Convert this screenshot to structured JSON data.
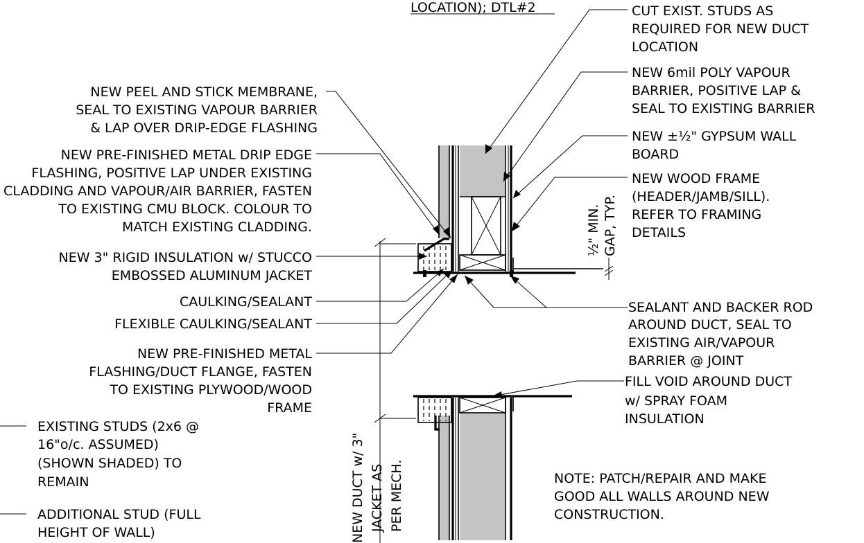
{
  "labels": {
    "top_ref": "LOCATION); DTL#2",
    "cut_studs": [
      "CUT EXIST. STUDS AS",
      "REQUIRED FOR NEW DUCT",
      "LOCATION"
    ],
    "poly": [
      "NEW 6mil POLY VAPOUR",
      "BARRIER, POSITIVE LAP &",
      "SEAL TO EXISTING BARRIER"
    ],
    "gypsum": [
      "NEW ±½\" GYPSUM WALL",
      "BOARD"
    ],
    "wood_frame": [
      "NEW WOOD FRAME",
      "(HEADER/JAMB/SILL).",
      "REFER TO FRAMING",
      "DETAILS"
    ],
    "gap": [
      "½\" MIN.",
      "GAP, TYP."
    ],
    "membrane": [
      "NEW PEEL AND STICK MEMBRANE,",
      "SEAL TO EXISTING VAPOUR BARRIER",
      "& LAP OVER DRIP-EDGE FLASHING"
    ],
    "drip_edge": [
      "NEW PRE-FINISHED METAL DRIP EDGE",
      "FLASHING, POSITIVE LAP UNDER EXISTING",
      "CLADDING AND VAPOUR/AIR BARRIER, FASTEN",
      "TO EXISTING CMU BLOCK. COLOUR TO",
      "MATCH EXISTING CLADDING."
    ],
    "rigid": [
      "NEW 3\" RIGID INSULATION w/ STUCCO",
      "EMBOSSED ALUMINUM JACKET"
    ],
    "caulking": "CAULKING/SEALANT",
    "flex_caulking": "FLEXIBLE CAULKING/SEALANT",
    "flashing": [
      "NEW PRE-FINISHED METAL",
      "FLASHING/DUCT FLANGE, FASTEN",
      "TO EXISTING PLYWOOD/WOOD",
      "FRAME"
    ],
    "sealant_backer": [
      "SEALANT AND BACKER ROD",
      "AROUND DUCT, SEAL TO",
      "EXISTING AIR/VAPOUR",
      "BARRIER @ JOINT"
    ],
    "spray_foam": [
      "FILL VOID AROUND DUCT",
      "w/ SPRAY FOAM",
      "INSULATION"
    ],
    "existing_studs": [
      "EXISTING STUDS (2x6 @",
      "16\"o/c. ASSUMED)",
      "(SHOWN SHADED) TO",
      "REMAIN"
    ],
    "additional_stud": [
      "ADDITIONAL STUD (FULL",
      "HEIGHT OF WALL)"
    ],
    "note": [
      "NOTE: PATCH/REPAIR AND MAKE",
      "GOOD ALL WALLS AROUND NEW",
      "CONSTRUCTION."
    ],
    "duct": [
      "NEW DUCT w/ 3\"",
      "JACKET AS",
      "PER MECH."
    ]
  }
}
